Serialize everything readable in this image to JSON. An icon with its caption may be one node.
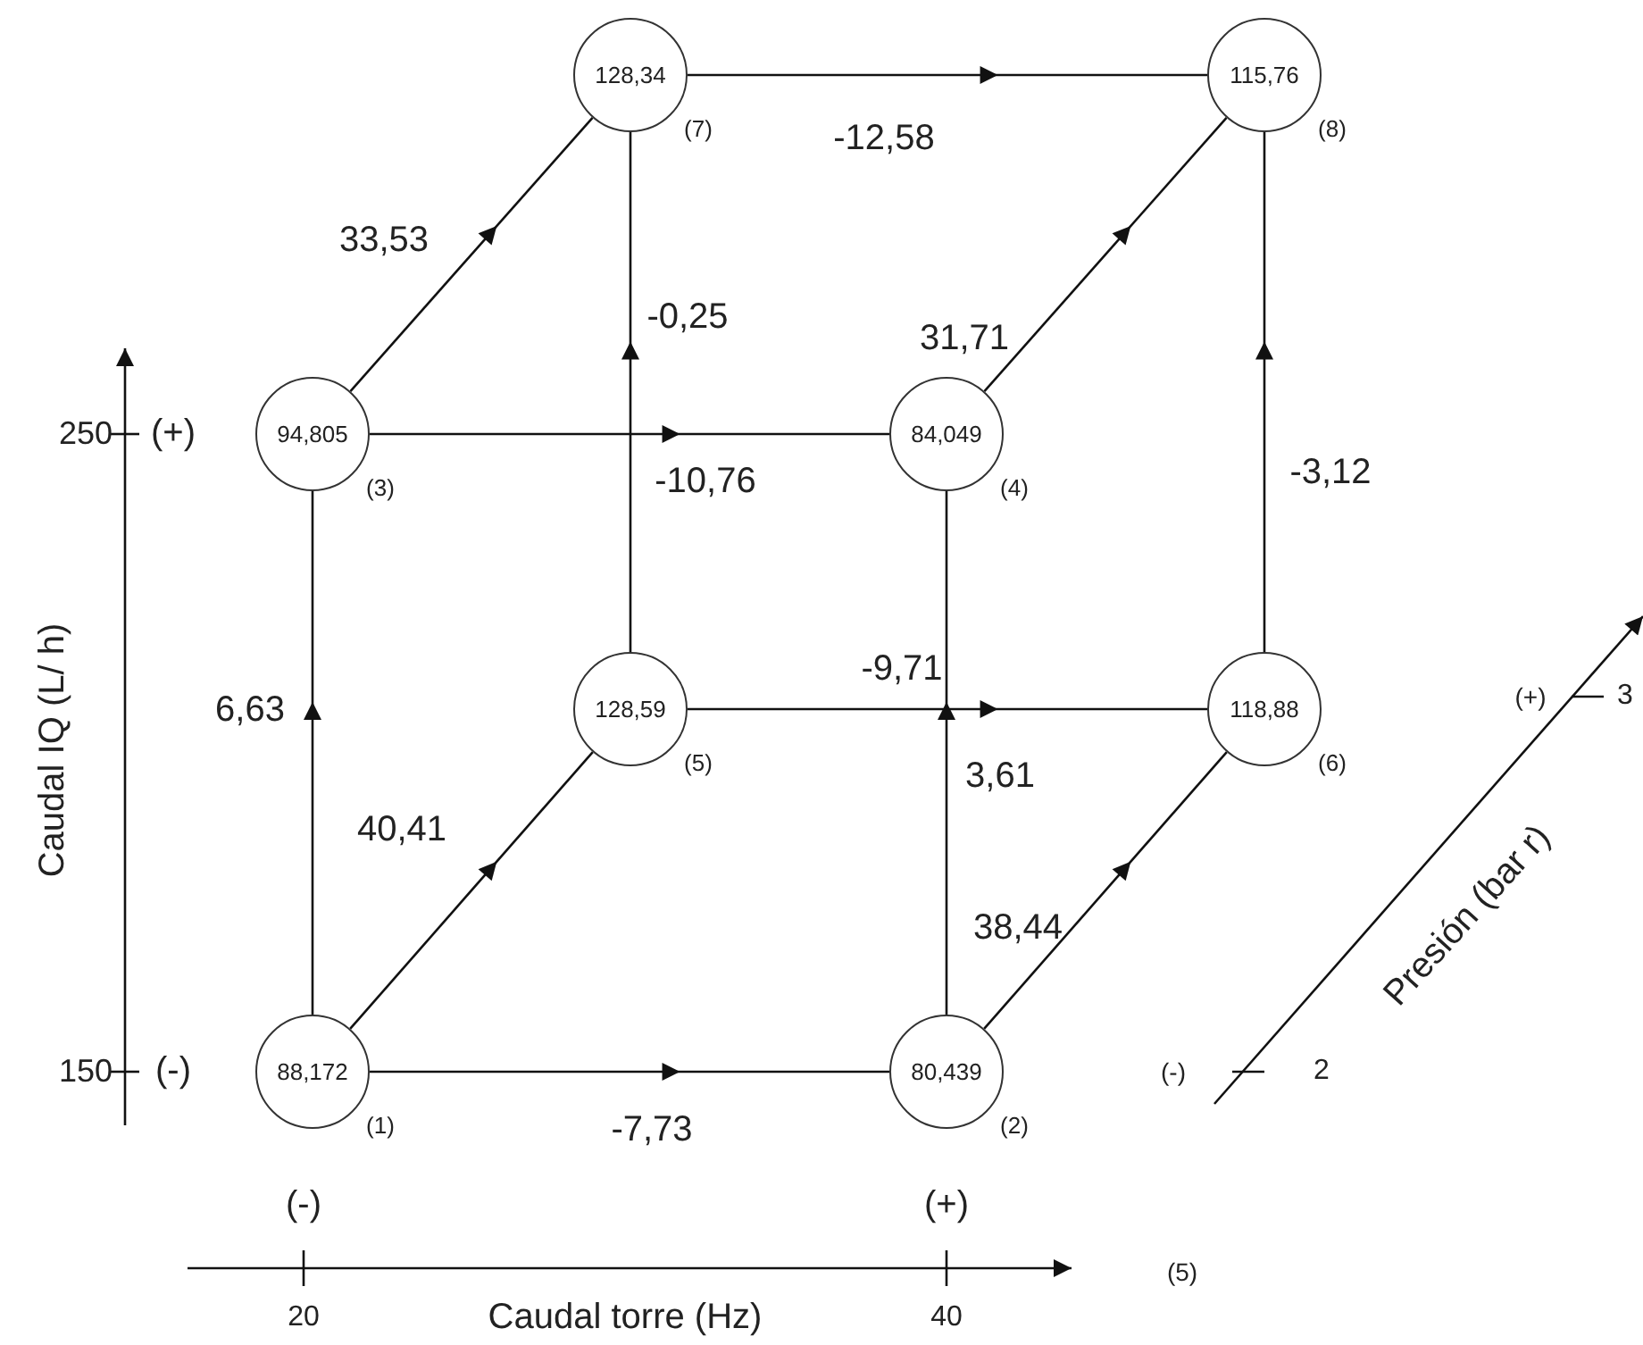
{
  "diagram": {
    "nodes": [
      {
        "text": [
          "128,34"
        ],
        "beside": [
          "(7)"
        ]
      },
      {
        "text": [
          "115,76"
        ],
        "beside": [
          "(8)"
        ]
      },
      {
        "text": [
          "94,805"
        ],
        "beside": [
          "(3)"
        ]
      },
      {
        "text": [
          "84,049"
        ],
        "beside": [
          "(4)"
        ]
      },
      {
        "text": [
          "128,59"
        ],
        "beside": [
          "(5)"
        ]
      },
      {
        "text": [
          "118,88"
        ],
        "beside": [
          "(6)"
        ]
      },
      {
        "text": [
          "88,172"
        ],
        "beside": [
          "(1)"
        ]
      },
      {
        "text": [
          "80,439"
        ],
        "beside": [
          "(2)"
        ]
      }
    ],
    "edges": [
      {
        "from": 6,
        "to": 7,
        "arrow": "to",
        "label": "-7,73"
      },
      {
        "from": 6,
        "to": 2,
        "arrow": "to",
        "label": "6,63"
      },
      {
        "from": 6,
        "to": 4,
        "arrow": "to",
        "label": "40,41"
      },
      {
        "from": 2,
        "to": 3,
        "arrow": "to",
        "label": "-10,76"
      },
      {
        "from": 4,
        "to": 0,
        "arrow": "to",
        "label": "-0,25"
      },
      {
        "from": 2,
        "to": 0,
        "arrow": "to",
        "label": "33,53"
      },
      {
        "from": 0,
        "to": 1,
        "arrow": "to",
        "label": "-12,58"
      },
      {
        "from": 3,
        "to": 1,
        "arrow": "to",
        "label": "31,71"
      },
      {
        "from": 4,
        "to": 5,
        "arrow": "to",
        "label": "-9,71"
      },
      {
        "from": 7,
        "to": 3,
        "arrow": "to",
        "label": "3,61"
      },
      {
        "from": 7,
        "to": 5,
        "arrow": "to",
        "label": "38,44"
      },
      {
        "from": 5,
        "to": 1,
        "arrow": "to",
        "label": "-3,12"
      }
    ],
    "labels": [
      "250",
      "(+)",
      "Caudal IQ (L/ h)",
      "150",
      "(-)",
      "(-)",
      "(+)",
      "20",
      "Caudal torre (Hz)",
      "40",
      "(5)",
      "(+)",
      "3",
      "Presión (bar r)",
      "(-)",
      "2"
    ]
  }
}
